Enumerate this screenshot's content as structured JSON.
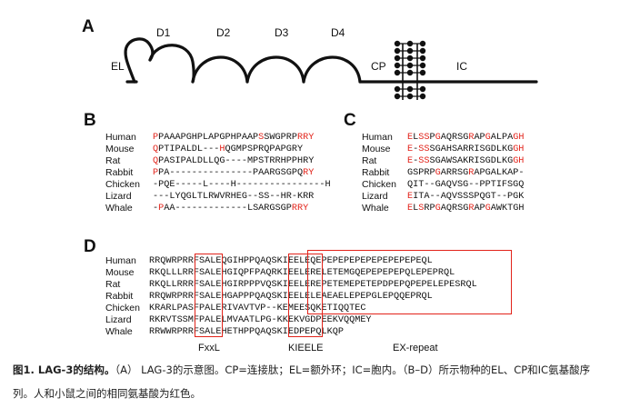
{
  "panelA": {
    "letter": "A",
    "labels": {
      "el": "EL",
      "d1": "D1",
      "d2": "D2",
      "d3": "D3",
      "d4": "D4",
      "cp": "CP",
      "ic": "IC"
    }
  },
  "panelB": {
    "letter": "B",
    "rows": [
      {
        "species": "Human",
        "seq": [
          [
            "r",
            "P"
          ],
          [
            "k",
            "PAAAPGHPLAPGPHPAAP"
          ],
          [
            "r",
            "S"
          ],
          [
            "k",
            "SWGPRP"
          ],
          [
            "r",
            "RRY"
          ]
        ]
      },
      {
        "species": "Mouse",
        "seq": [
          [
            "r",
            "Q"
          ],
          [
            "k",
            "PTIPALDL---"
          ],
          [
            "r",
            "H"
          ],
          [
            "k",
            "QGMPSPRQPAPGRY"
          ]
        ]
      },
      {
        "species": "Rat",
        "seq": [
          [
            "r",
            "Q"
          ],
          [
            "k",
            "PASIPALDLLQG----MPSTRRHPPHRY"
          ]
        ]
      },
      {
        "species": "Rabbit",
        "seq": [
          [
            "r",
            "P"
          ],
          [
            "k",
            "PA---------------PAARGSGPQ"
          ],
          [
            "r",
            "RY"
          ]
        ]
      },
      {
        "species": "Chicken",
        "seq": [
          [
            "k",
            "-PQE-----L----H----------------H"
          ]
        ]
      },
      {
        "species": "Lizard",
        "seq": [
          [
            "k",
            "---LYQGLTLRWVRHEG--SS--HR-KRR"
          ]
        ]
      },
      {
        "species": "Whale",
        "seq": [
          [
            "k",
            "-"
          ],
          [
            "r",
            "P"
          ],
          [
            "k",
            "AA-------------LSARGSGP"
          ],
          [
            "r",
            "RRY"
          ]
        ]
      }
    ]
  },
  "panelC": {
    "letter": "C",
    "rows": [
      {
        "species": "Human",
        "seq": [
          [
            "r",
            "E"
          ],
          [
            "k",
            "L"
          ],
          [
            "r",
            "SS"
          ],
          [
            "k",
            "P"
          ],
          [
            "r",
            "G"
          ],
          [
            "k",
            "AQRSG"
          ],
          [
            "r",
            "R"
          ],
          [
            "k",
            "AP"
          ],
          [
            "r",
            "G"
          ],
          [
            "k",
            "ALPA"
          ],
          [
            "r",
            "GH"
          ]
        ]
      },
      {
        "species": "Mouse",
        "seq": [
          [
            "r",
            "E"
          ],
          [
            "k",
            "-"
          ],
          [
            "r",
            "SS"
          ],
          [
            "k",
            "SGAHSARRISGDLKG"
          ],
          [
            "r",
            "GH"
          ]
        ]
      },
      {
        "species": "Rat",
        "seq": [
          [
            "r",
            "E"
          ],
          [
            "k",
            "-"
          ],
          [
            "r",
            "SS"
          ],
          [
            "k",
            "SGAWSAKRISGDLKG"
          ],
          [
            "r",
            "GH"
          ]
        ]
      },
      {
        "species": "Rabbit",
        "seq": [
          [
            "k",
            "GSPRP"
          ],
          [
            "r",
            "G"
          ],
          [
            "k",
            "ARRSG"
          ],
          [
            "r",
            "R"
          ],
          [
            "k",
            "APGALKAP-"
          ]
        ]
      },
      {
        "species": "Chicken",
        "seq": [
          [
            "k",
            "QIT--GAQVSG--PPTIFSGQ"
          ]
        ]
      },
      {
        "species": "Lizard",
        "seq": [
          [
            "r",
            "E"
          ],
          [
            "k",
            "ITA--AQVSSSPQGT--PGK"
          ]
        ]
      },
      {
        "species": "Whale",
        "seq": [
          [
            "r",
            "E"
          ],
          [
            "k",
            "L"
          ],
          [
            "r",
            "S"
          ],
          [
            "k",
            "RP"
          ],
          [
            "r",
            "G"
          ],
          [
            "k",
            "AQRSG"
          ],
          [
            "r",
            "R"
          ],
          [
            "k",
            "AP"
          ],
          [
            "r",
            "G"
          ],
          [
            "k",
            "AWKTGH"
          ]
        ]
      }
    ]
  },
  "panelD": {
    "letter": "D",
    "rows": [
      {
        "species": "Human",
        "seq": "RRQWRPRRFSALEQGIHPPQAQSKIEELEQEPEPEPEPEPEPEPEPEPEQL"
      },
      {
        "species": "Mouse",
        "seq": "RKQLLLRRFSALEHGIQPFPAQRKIEELERELETEMGQEPEPEPEPQLEPEPRQL"
      },
      {
        "species": "Rat",
        "seq": "RKQLLRRRFSALEHGIRPPPVQSKIEELEREPETEMEPETEPDPEPQPEPELEPESRQL"
      },
      {
        "species": "Rabbit",
        "seq": "RRQWRPRRFSALEHGAPPPQAQSKIEELELEAEAELEPEPGLEPQQEPRQL"
      },
      {
        "species": "Chicken",
        "seq": "KRARLPASFPALERIVAVTVP--KEMEESQKETIQQTEC"
      },
      {
        "species": "Lizard",
        "seq": "RKRVTSSMFPALELMVAATLPG-KKEKVGDPEEKVQQMEY"
      },
      {
        "species": "Whale",
        "seq": "RRWWRPRRFSALEHETHPPQAQSKIEDPEPQLKQP"
      }
    ],
    "motifs": {
      "fxxl": "FxxL",
      "kieele": "KIEELE",
      "exrepeat": "EX-repeat"
    }
  },
  "caption": {
    "bold": "图1. LAG-3的结构。",
    "text": "（A） LAG-3的示意图。CP=连接肽；EL=额外环；IC=胞内。（B–D）所示物种的EL、CP和IC氨基酸序列。人和小鼠之间的相同氨基酸为红色。"
  },
  "colors": {
    "highlight": "#e2231a",
    "text": "#111111"
  }
}
